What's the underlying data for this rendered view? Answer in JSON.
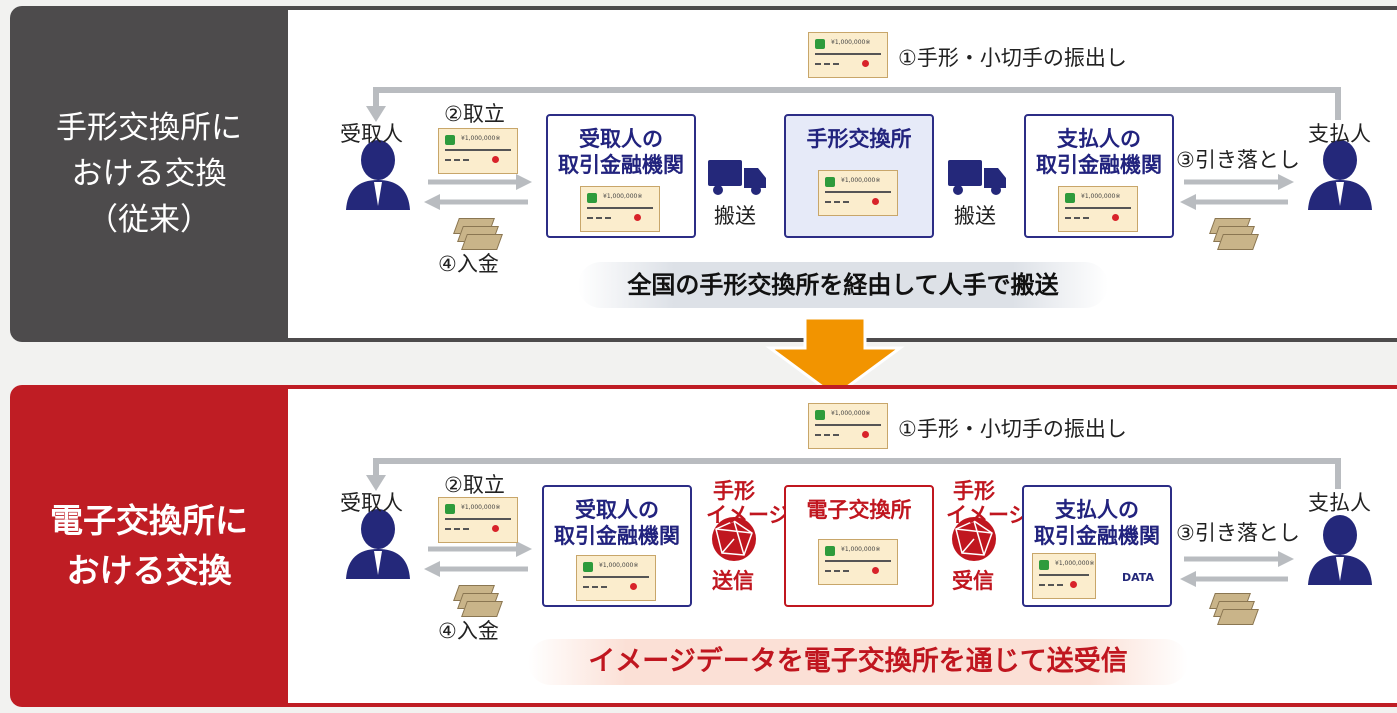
{
  "top": {
    "side_lines": [
      "手形交換所に",
      "おける交換",
      "（従来）"
    ],
    "step1": "①手形・小切手の振出し",
    "step2": "②取立",
    "step3": "③引き落とし",
    "step4": "④入金",
    "receiver": "受取人",
    "payer": "支払人",
    "box_receiver_bank": [
      "受取人の",
      "取引金融機関"
    ],
    "box_center": [
      "手形交換所"
    ],
    "box_payer_bank": [
      "支払人の",
      "取引金融機関"
    ],
    "transport_left": "搬送",
    "transport_right": "搬送",
    "banner": "全国の手形交換所を経由して人手で搬送"
  },
  "bottom": {
    "side_lines": [
      "電子交換所に",
      "おける交換"
    ],
    "step1": "①手形・小切手の振出し",
    "step2": "②取立",
    "step3": "③引き落とし",
    "step4": "④入金",
    "receiver": "受取人",
    "payer": "支払人",
    "box_receiver_bank": [
      "受取人の",
      "取引金融機関"
    ],
    "box_center": [
      "電子交換所"
    ],
    "box_payer_bank": [
      "支払人の",
      "取引金融機関"
    ],
    "image_left": [
      "手形",
      "イメージ"
    ],
    "image_right": [
      "手形",
      "イメージ"
    ],
    "send": "送信",
    "receive": "受信",
    "data_label": "DATA",
    "banner": "イメージデータを電子交換所を通じて送受信"
  },
  "cheque_amount": "¥1,000,000※",
  "colors": {
    "dark_panel": "#4d4b4c",
    "red_panel": "#bf1d24",
    "navy": "#2c2d86",
    "red_text": "#c0161f",
    "arrow_orange": "#f29400"
  }
}
